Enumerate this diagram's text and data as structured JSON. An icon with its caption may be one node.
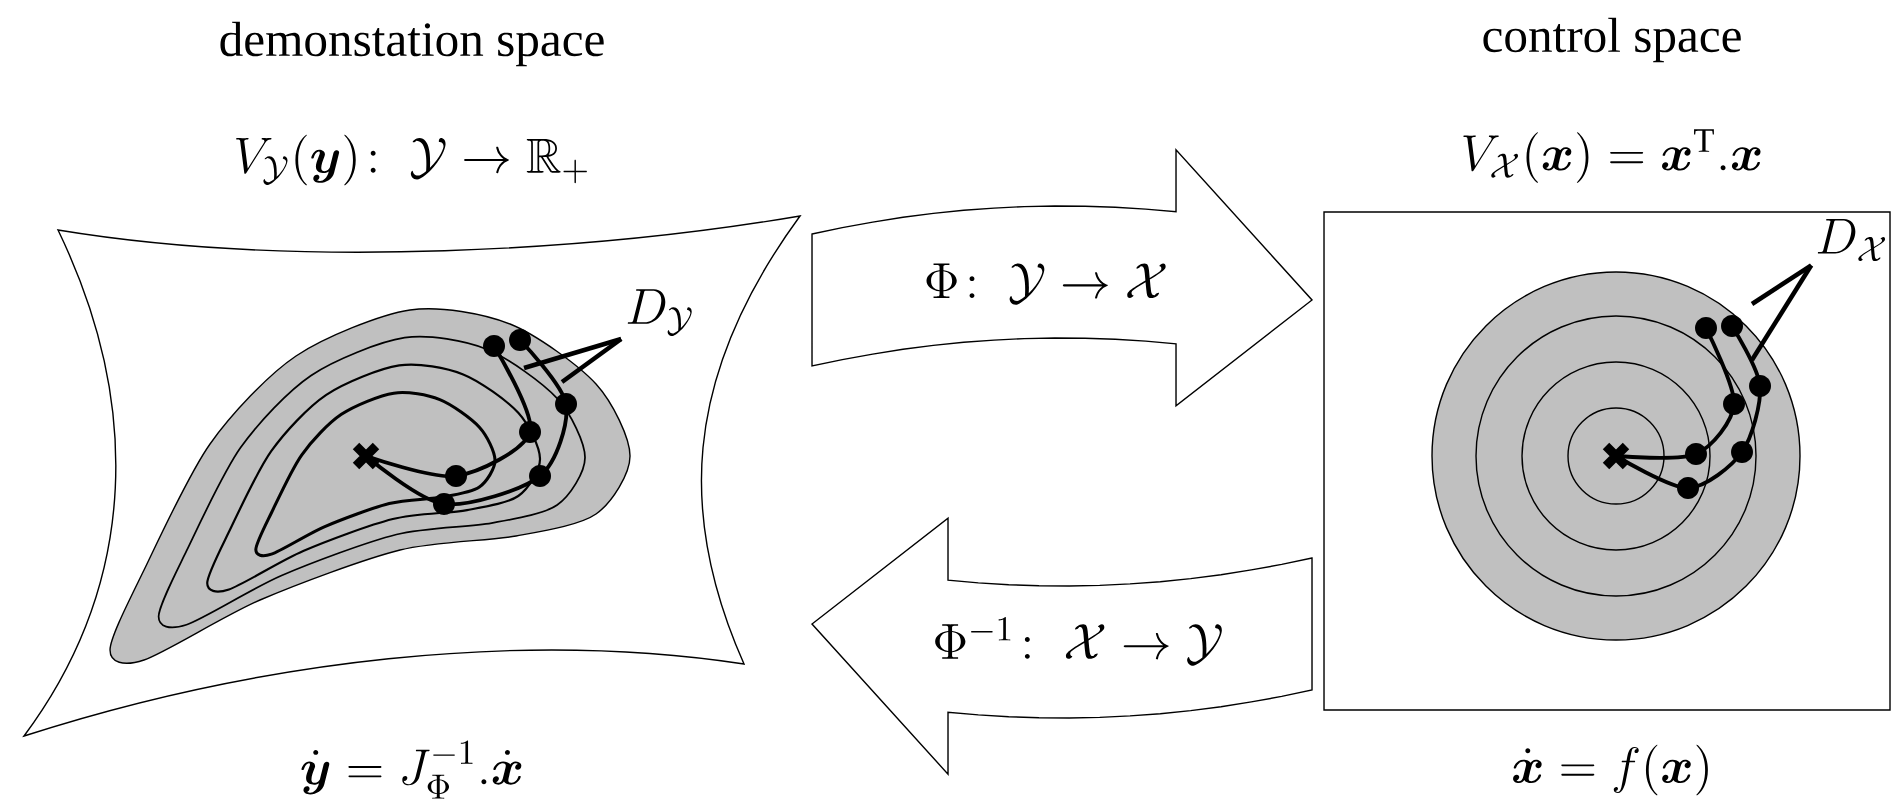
{
  "diagram": {
    "nodes": [
      {
        "text": [
          "demonstation space",
          "V_{\\mathcal{Y}}(\\boldsymbol{y})\\colon\\ \\mathcal{Y}\\to\\mathbb{R}_+"
        ],
        "beside": [
          "\\dot{\\boldsymbol{y}}=J_{\\Phi}^{-1}.\\dot{\\boldsymbol{x}}"
        ]
      },
      {
        "text": [
          "control space",
          "V_{\\mathcal{X}}(\\boldsymbol{x})=\\boldsymbol{x}^{\\mathrm{T}}.\\boldsymbol{x}"
        ],
        "beside": [
          "\\dot{\\boldsymbol{x}}=f(\\boldsymbol{x})"
        ]
      },
      {
        "text": [
          "D_{\\mathcal{Y}}"
        ],
        "in": 0
      },
      {
        "text": [
          "D_{\\mathcal{X}}"
        ],
        "in": 1
      }
    ],
    "edges": [
      {
        "from": 0,
        "to": 1,
        "arrow": "to",
        "label": "\\Phi\\colon\\ \\mathcal{Y}\\to\\mathcal{X}"
      },
      {
        "from": 1,
        "to": 0,
        "arrow": "to",
        "label": "\\Phi^{-1}\\colon\\ \\mathcal{X}\\to\\mathcal{Y}"
      },
      {
        "from": 2,
        "to": null,
        "arrow": "none"
      },
      {
        "from": 2,
        "to": null,
        "arrow": "none"
      },
      {
        "from": 3,
        "to": null,
        "arrow": "none"
      },
      {
        "from": 3,
        "to": null,
        "arrow": "none"
      }
    ]
  }
}
